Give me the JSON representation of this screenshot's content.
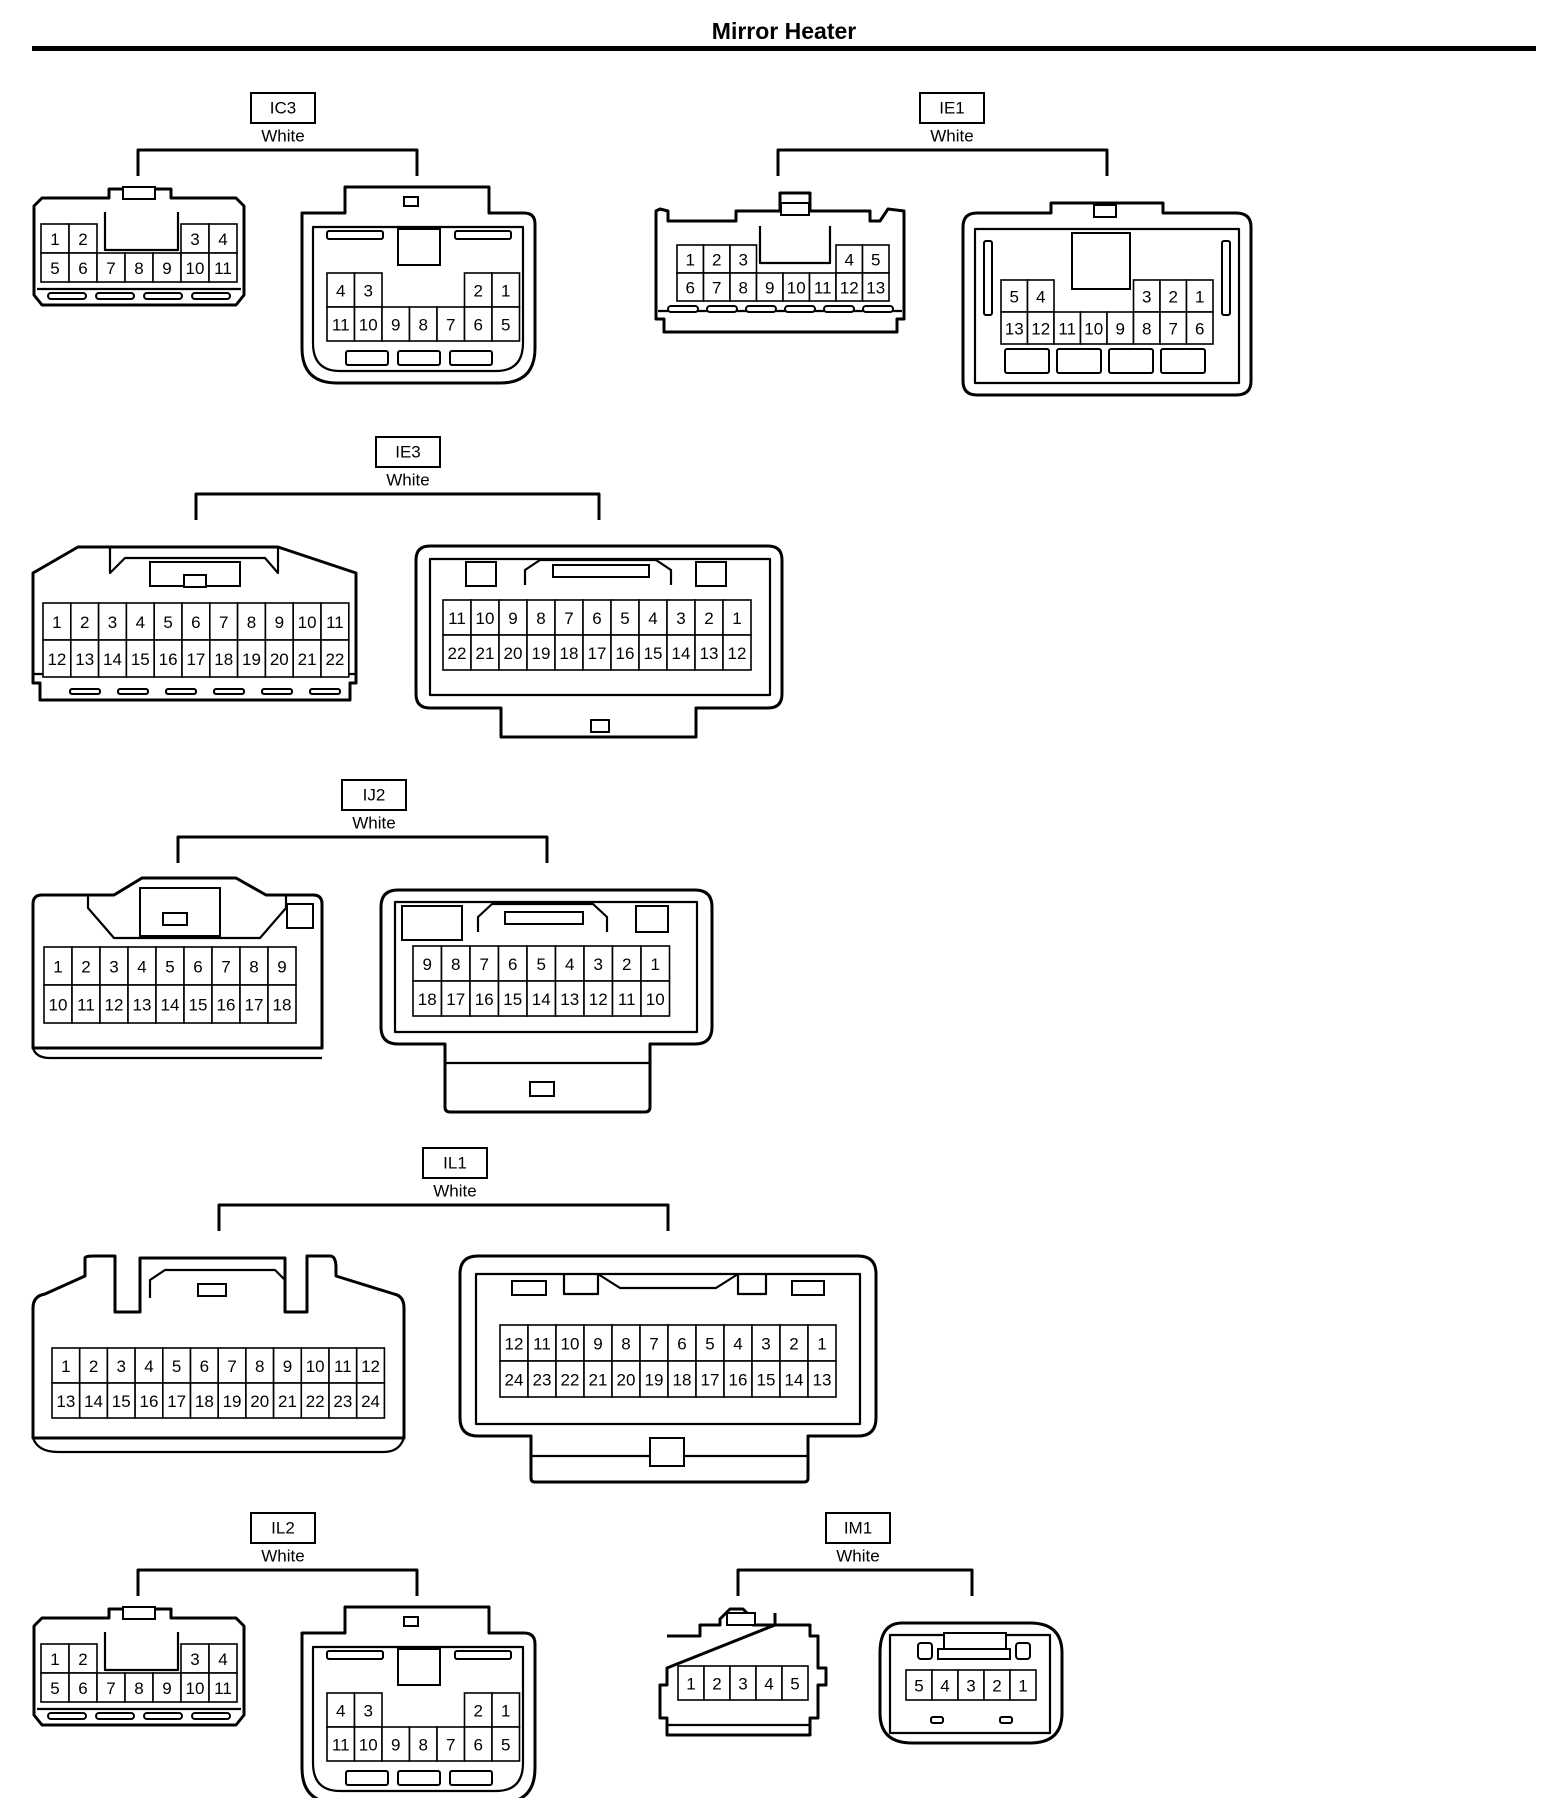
{
  "title": "Mirror Heater",
  "connectors": [
    {
      "code": "IC3",
      "color": "White",
      "female": {
        "rows": [
          [
            "1",
            "2",
            "",
            "",
            "",
            "3",
            "4"
          ],
          [
            "5",
            "6",
            "7",
            "8",
            "9",
            "10",
            "11"
          ]
        ]
      },
      "male": {
        "rows": [
          [
            "4",
            "3",
            "",
            "",
            "",
            "2",
            "1"
          ],
          [
            "11",
            "10",
            "9",
            "8",
            "7",
            "6",
            "5"
          ]
        ]
      }
    },
    {
      "code": "IE1",
      "color": "White",
      "female": {
        "rows": [
          [
            "1",
            "2",
            "3",
            "",
            "",
            "",
            "4",
            "5"
          ],
          [
            "6",
            "7",
            "8",
            "9",
            "10",
            "11",
            "12",
            "13"
          ]
        ]
      },
      "male": {
        "rows": [
          [
            "5",
            "4",
            "",
            "",
            "",
            "3",
            "2",
            "1"
          ],
          [
            "13",
            "12",
            "11",
            "10",
            "9",
            "8",
            "7",
            "6"
          ]
        ]
      }
    },
    {
      "code": "IE3",
      "color": "White",
      "female": {
        "rows": [
          [
            "1",
            "2",
            "3",
            "4",
            "5",
            "6",
            "7",
            "8",
            "9",
            "10",
            "11"
          ],
          [
            "12",
            "13",
            "14",
            "15",
            "16",
            "17",
            "18",
            "19",
            "20",
            "21",
            "22"
          ]
        ]
      },
      "male": {
        "rows": [
          [
            "11",
            "10",
            "9",
            "8",
            "7",
            "6",
            "5",
            "4",
            "3",
            "2",
            "1"
          ],
          [
            "22",
            "21",
            "20",
            "19",
            "18",
            "17",
            "16",
            "15",
            "14",
            "13",
            "12"
          ]
        ]
      }
    },
    {
      "code": "IJ2",
      "color": "White",
      "female": {
        "rows": [
          [
            "1",
            "2",
            "3",
            "4",
            "5",
            "6",
            "7",
            "8",
            "9"
          ],
          [
            "10",
            "11",
            "12",
            "13",
            "14",
            "15",
            "16",
            "17",
            "18"
          ]
        ]
      },
      "male": {
        "rows": [
          [
            "9",
            "8",
            "7",
            "6",
            "5",
            "4",
            "3",
            "2",
            "1"
          ],
          [
            "18",
            "17",
            "16",
            "15",
            "14",
            "13",
            "12",
            "11",
            "10"
          ]
        ]
      }
    },
    {
      "code": "IL1",
      "color": "White",
      "female": {
        "rows": [
          [
            "1",
            "2",
            "3",
            "4",
            "5",
            "6",
            "7",
            "8",
            "9",
            "10",
            "11",
            "12"
          ],
          [
            "13",
            "14",
            "15",
            "16",
            "17",
            "18",
            "19",
            "20",
            "21",
            "22",
            "23",
            "24"
          ]
        ]
      },
      "male": {
        "rows": [
          [
            "12",
            "11",
            "10",
            "9",
            "8",
            "7",
            "6",
            "5",
            "4",
            "3",
            "2",
            "1"
          ],
          [
            "24",
            "23",
            "22",
            "21",
            "20",
            "19",
            "18",
            "17",
            "16",
            "15",
            "14",
            "13"
          ]
        ]
      }
    },
    {
      "code": "IL2",
      "color": "White",
      "female": {
        "rows": [
          [
            "1",
            "2",
            "",
            "",
            "",
            "3",
            "4"
          ],
          [
            "5",
            "6",
            "7",
            "8",
            "9",
            "10",
            "11"
          ]
        ]
      },
      "male": {
        "rows": [
          [
            "4",
            "3",
            "",
            "",
            "",
            "2",
            "1"
          ],
          [
            "11",
            "10",
            "9",
            "8",
            "7",
            "6",
            "5"
          ]
        ]
      }
    },
    {
      "code": "IM1",
      "color": "White",
      "female": {
        "rows": [
          [
            "1",
            "2",
            "3",
            "4",
            "5"
          ]
        ]
      },
      "male": {
        "rows": [
          [
            "5",
            "4",
            "3",
            "2",
            "1"
          ]
        ]
      }
    }
  ]
}
